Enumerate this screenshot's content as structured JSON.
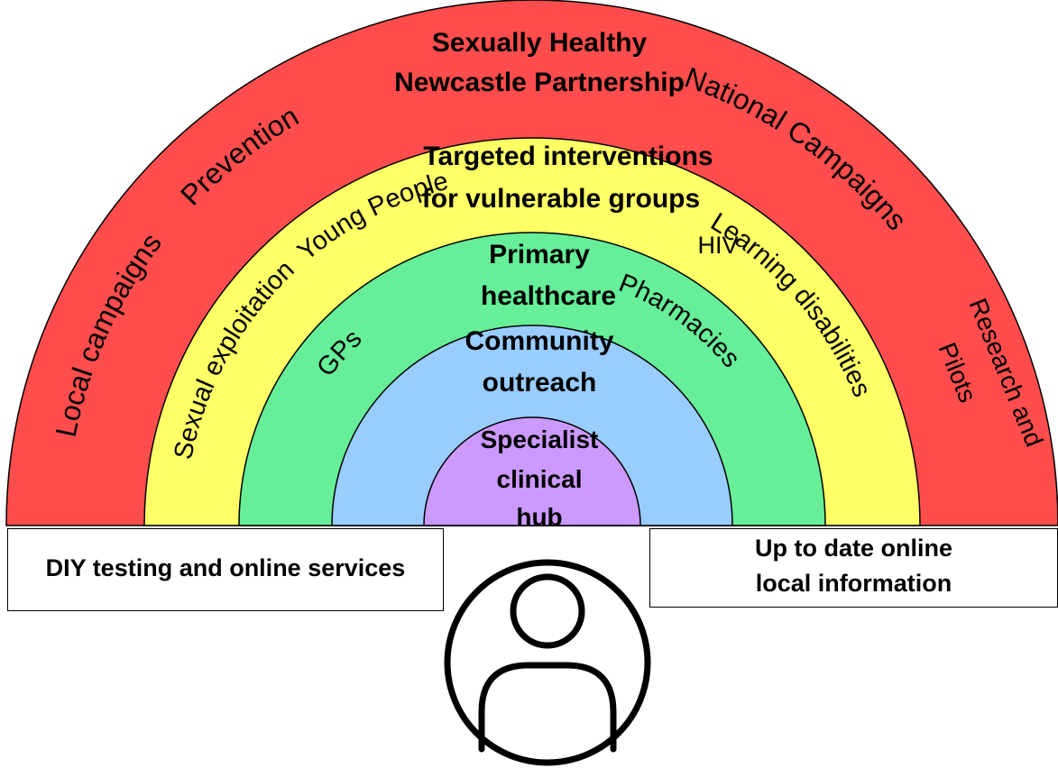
{
  "colors": {
    "outer_band": "#ff4d4d",
    "targeted_band": "#ffff66",
    "primary_band": "#66ee99",
    "community_band": "#99ccff",
    "specialist_band": "#cc99ff"
  },
  "layers": {
    "outer": {
      "title_line1": "Sexually Healthy",
      "title_line2": "Newcastle Partnership",
      "items": [
        "Local campaigns",
        "Prevention",
        "National Campaigns",
        "Pilots",
        "Research and"
      ]
    },
    "targeted": {
      "title_line1": "Targeted interventions",
      "title_line2": "for vulnerable groups",
      "items": [
        "Sexual exploitation",
        "Young People",
        "HIV",
        "Learning disabilities"
      ]
    },
    "primary": {
      "title_line1": "Primary",
      "title_line2": "healthcare",
      "items": [
        "GPs",
        "Pharmacies"
      ]
    },
    "community": {
      "title_line1": "Community",
      "title_line2": "outreach"
    },
    "specialist": {
      "title_line1": "Specialist",
      "title_line2": "clinical",
      "title_line3": "hub"
    }
  },
  "boxes": {
    "left": "DIY testing and online services",
    "right_line1": "Up to date online",
    "right_line2": "local information"
  },
  "icons": {
    "person": "person-icon"
  }
}
